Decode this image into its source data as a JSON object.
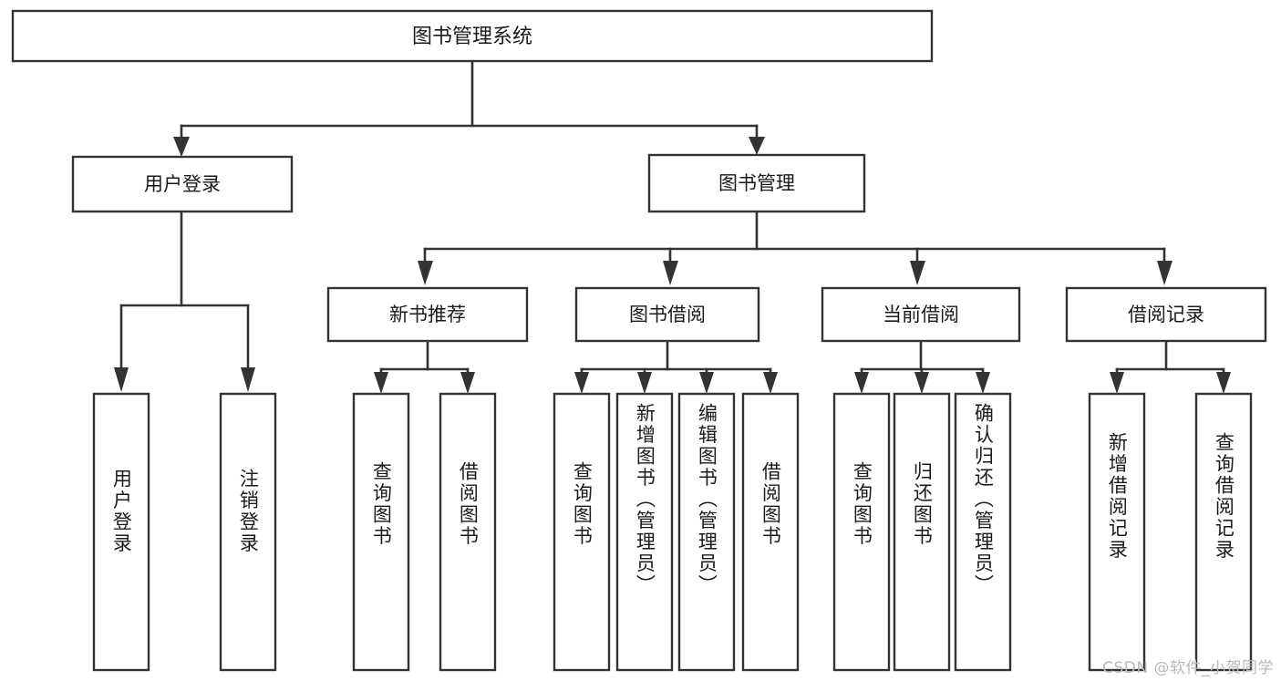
{
  "diagram": {
    "kind": "功能结构图",
    "watermark": "CSDN @软件_小贺同学",
    "colors": {
      "background": "#ffffff",
      "stroke": "#333333",
      "box_fill": "#ffffff",
      "text": "#1a1a1a",
      "watermark": "#b9b9b9"
    },
    "root": {
      "id": "root",
      "label": "图书管理系统"
    },
    "level2": [
      {
        "id": "user-login",
        "label": "用户登录"
      },
      {
        "id": "book-manage",
        "label": "图书管理"
      }
    ],
    "level3": [
      {
        "id": "new-book-recommend",
        "label": "新书推荐",
        "parent": "book-manage"
      },
      {
        "id": "book-borrow",
        "label": "图书借阅",
        "parent": "book-manage"
      },
      {
        "id": "current-borrow",
        "label": "当前借阅",
        "parent": "book-manage"
      },
      {
        "id": "borrow-record",
        "label": "借阅记录",
        "parent": "book-manage"
      }
    ],
    "leaves": [
      {
        "id": "leaf-user-login",
        "label": "用户登录",
        "parent": "user-login"
      },
      {
        "id": "leaf-logout-login",
        "label": "注销登录",
        "parent": "user-login"
      },
      {
        "id": "leaf-query-book-recommend",
        "label": "查询图书",
        "parent": "new-book-recommend"
      },
      {
        "id": "leaf-borrow-book-recommend",
        "label": "借阅图书",
        "parent": "new-book-recommend"
      },
      {
        "id": "leaf-query-book-borrow",
        "label": "查询图书",
        "parent": "book-borrow"
      },
      {
        "id": "leaf-add-book-admin",
        "label": "新增图书（管理员）",
        "parent": "book-borrow"
      },
      {
        "id": "leaf-edit-book-admin",
        "label": "编辑图书（管理员）",
        "parent": "book-borrow"
      },
      {
        "id": "leaf-borrow-book",
        "label": "借阅图书",
        "parent": "book-borrow"
      },
      {
        "id": "leaf-query-book-current",
        "label": "查询图书",
        "parent": "current-borrow"
      },
      {
        "id": "leaf-return-book",
        "label": "归还图书",
        "parent": "current-borrow"
      },
      {
        "id": "leaf-confirm-return-admin",
        "label": "确认归还（管理员）",
        "parent": "current-borrow"
      },
      {
        "id": "leaf-add-borrow-record",
        "label": "新增借阅记录",
        "parent": "borrow-record"
      },
      {
        "id": "leaf-query-borrow-record",
        "label": "查询借阅记录",
        "parent": "borrow-record"
      }
    ]
  }
}
